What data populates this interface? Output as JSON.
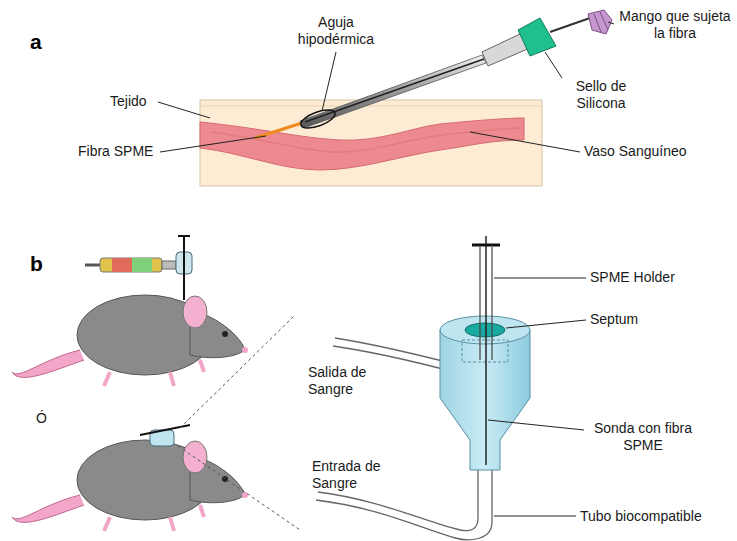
{
  "diagram": {
    "labels": [
      "a",
      "Aguja hipodérmica",
      "Mango que sujeta la fibra",
      "Tejido",
      "Sello de Silicona",
      "Fibra SPME",
      "Vaso Sanguíneo",
      "b",
      "SPME Holder",
      "Septum",
      "Salida de Sangre",
      "Sonda con fibra SPME",
      "Ó",
      "Entrada de Sangre",
      "Tubo biocompatible"
    ]
  }
}
